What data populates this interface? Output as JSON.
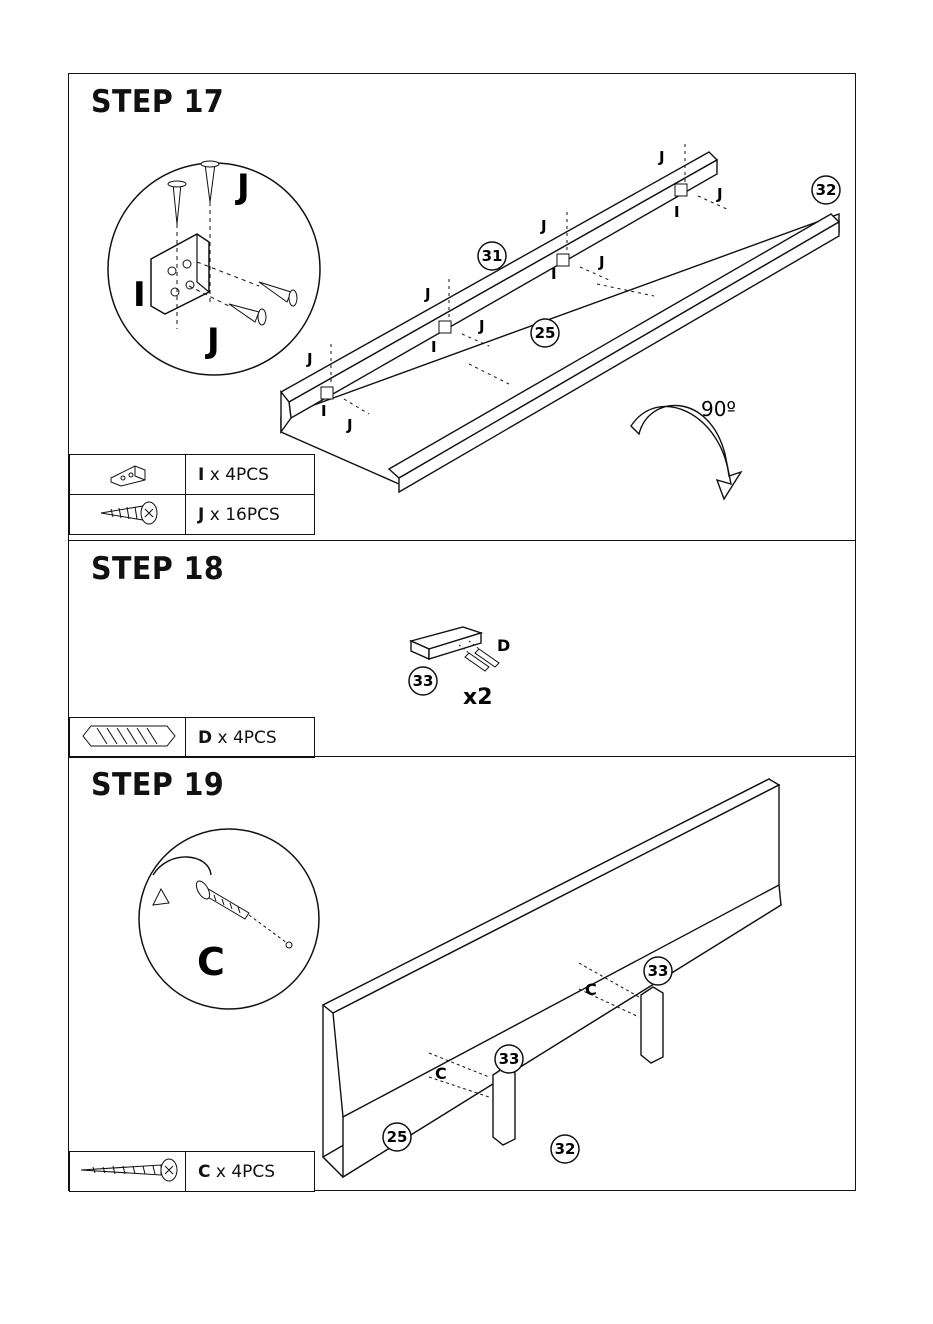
{
  "steps": [
    {
      "title": "STEP 17",
      "callouts": {
        "p31": "31",
        "p32": "32",
        "p25": "25",
        "angle": "90º",
        "i": "I",
        "j": "J"
      },
      "parts": [
        {
          "letter": "I",
          "qty": " x 4PCS",
          "icon": "angle-bracket-icon"
        },
        {
          "letter": "J",
          "qty": " x 16PCS",
          "icon": "short-screw-icon"
        }
      ]
    },
    {
      "title": "STEP 18",
      "callouts": {
        "p33": "33",
        "d": "D",
        "mult": "x2"
      },
      "parts": [
        {
          "letter": "D",
          "qty": " x 4PCS",
          "icon": "wooden-dowel-icon"
        }
      ]
    },
    {
      "title": "STEP 19",
      "callouts": {
        "p33a": "33",
        "p33b": "33",
        "p25": "25",
        "p32": "32",
        "c": "C"
      },
      "parts": [
        {
          "letter": "C",
          "qty": " x 4PCS",
          "icon": "long-screw-icon"
        }
      ]
    }
  ]
}
